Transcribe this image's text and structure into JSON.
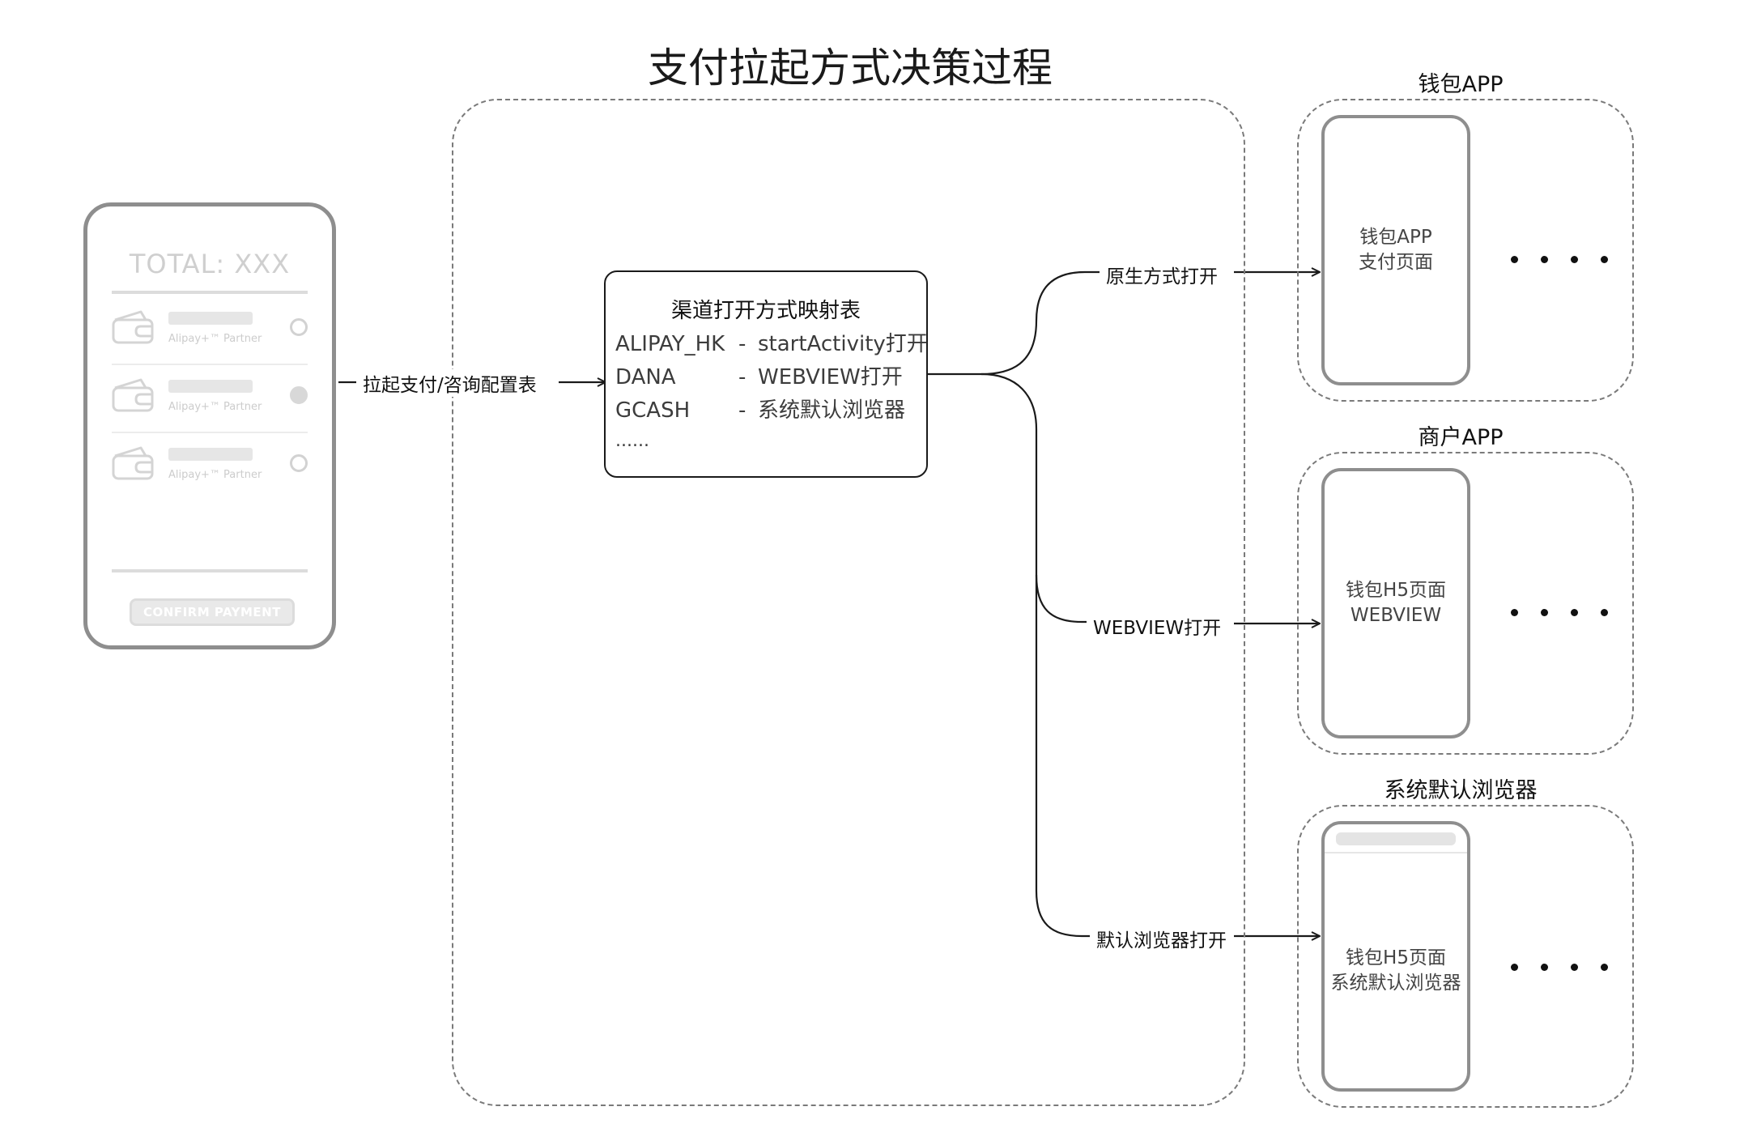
{
  "title": "支付拉起方式决策过程",
  "checkout": {
    "total": "TOTAL: XXX",
    "methods": [
      {
        "sublabel": "Alipay+™ Partner",
        "selected": false
      },
      {
        "sublabel": "Alipay+™ Partner",
        "selected": true
      },
      {
        "sublabel": "Alipay+™ Partner",
        "selected": false
      }
    ],
    "confirm_label": "CONFIRM PAYMENT"
  },
  "edges": {
    "consult": "拉起支付/咨询配置表",
    "native": "原生方式打开",
    "webview": "WEBVIEW打开",
    "browser": "默认浏览器打开"
  },
  "mapping": {
    "title": "渠道打开方式映射表",
    "rows": [
      {
        "channel": "ALIPAY_HK",
        "dash": "-",
        "method": "startActivity打开"
      },
      {
        "channel": "DANA",
        "dash": "-",
        "method": "WEBVIEW打开"
      },
      {
        "channel": "GCASH",
        "dash": "-",
        "method": "系统默认浏览器"
      }
    ],
    "more": "......"
  },
  "targets": [
    {
      "group": "钱包APP",
      "line1": "钱包APP",
      "line2": "支付页面",
      "dots": "• • • •"
    },
    {
      "group": "商户APP",
      "line1": "钱包H5页面",
      "line2": "WEBVIEW",
      "dots": "• • • •"
    },
    {
      "group": "系统默认浏览器",
      "line1": "钱包H5页面",
      "line2": "系统默认浏览器",
      "dots": "• • • •"
    }
  ],
  "icons": {
    "wallet": "wallet-icon",
    "radio": "radio-icon",
    "arrow": "arrow-icon",
    "more": "ellipsis-icon"
  },
  "colors": {
    "stroke": "#1a1a1a",
    "dashed": "#7a7a7a",
    "phone_frame": "#8e8e8e",
    "placeholder": "#dcdcdc"
  }
}
